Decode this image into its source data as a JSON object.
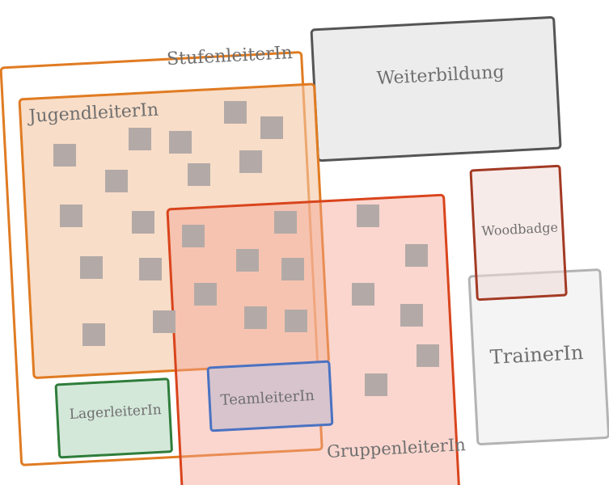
{
  "diagram": {
    "labels": {
      "stufenleiter": "StufenleiterIn",
      "weiterbildung": "Weiterbildung",
      "jugendleiter": "JugendleiterIn",
      "woodbadge": "Woodbadge",
      "trainer": "TrainerIn",
      "lagerleiter": "LagerleiterIn",
      "teamleiter": "TeamleiterIn",
      "gruppenleiter": "GruppenleiterIn"
    },
    "colors": {
      "stufenleiter_border": "#e07b22",
      "jugendleiter_border": "#e07b22",
      "jugendleiter_fill": "#f7d9c2",
      "gruppenleiter_border": "#d9441c",
      "gruppenleiter_fill": "#f6c7bb",
      "weiterbildung_border": "#555555",
      "weiterbildung_fill": "#ececec",
      "woodbadge_border": "#a33a24",
      "woodbadge_fill": "#f4e6e4",
      "trainer_border": "#b3b3b3",
      "trainer_fill": "#f4f4f4",
      "lagerleiter_border": "#2e7d3a",
      "lagerleiter_fill": "#d4e8da",
      "teamleiter_border": "#4a72c2",
      "teamleiter_fill": "#d8c4cc",
      "member_square": "#b3aaa7"
    }
  }
}
